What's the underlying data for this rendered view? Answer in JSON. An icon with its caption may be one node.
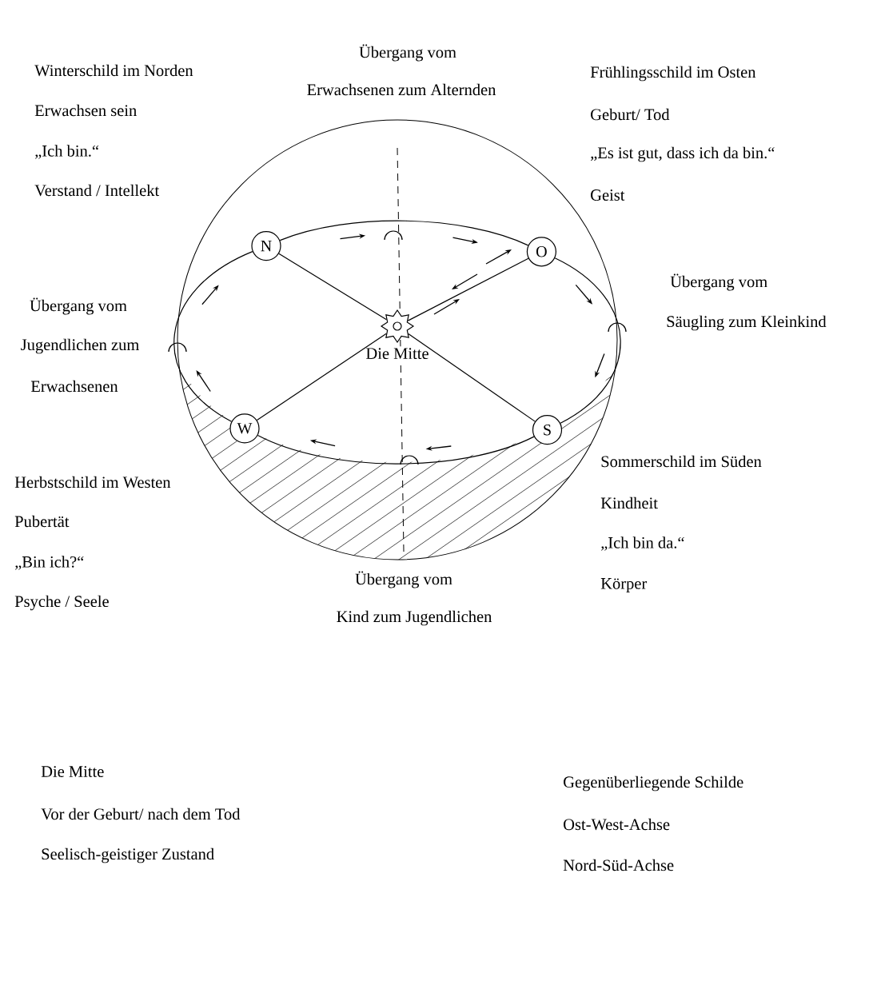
{
  "diagram": {
    "nodes": [
      {
        "text": [
          "N"
        ]
      },
      {
        "text": [
          "O"
        ]
      },
      {
        "text": [],
        "shape": "star",
        "beside": [
          "Die Mitte"
        ]
      },
      {
        "text": [
          "W"
        ]
      },
      {
        "text": [
          "S"
        ]
      }
    ],
    "edges": [
      {
        "from": 2,
        "to": 0,
        "arrow": "none"
      },
      {
        "from": 2,
        "to": 1,
        "arrow": "none"
      },
      {
        "from": 2,
        "to": 3,
        "arrow": "none"
      },
      {
        "from": 2,
        "to": 4,
        "arrow": "none"
      },
      {
        "from": 0,
        "to": 1,
        "arrow": "none"
      },
      {
        "from": 1,
        "to": 4,
        "arrow": "none"
      },
      {
        "from": 4,
        "to": 3,
        "arrow": "none"
      },
      {
        "from": 3,
        "to": 0,
        "arrow": "none"
      }
    ],
    "labels": [
      "Übergang vom",
      "Winterschild im Norden",
      "Frühlingsschild im Osten",
      "Erwachsenen zum Alternden",
      "Erwachsen sein",
      "Geburt/ Tod",
      "„Ich bin.“",
      "„Es ist gut, dass ich da bin.“",
      "Verstand / Intellekt",
      "Geist",
      "Übergang vom",
      "Säugling zum Kleinkind",
      "Übergang vom",
      "Jugendlichen zum",
      "Erwachsenen",
      "Sommerschild im Süden",
      "Herbstschild im Westen",
      "Kindheit",
      "Pubertät",
      "„Ich bin da.“",
      "„Bin ich?“",
      "Übergang vom",
      "Körper",
      "Psyche / Seele",
      "Kind zum Jugendlichen",
      "Die Mitte",
      "Gegenüberliegende Schilde",
      "Vor der Geburt/ nach dem Tod",
      "Ost-West-Achse",
      "Seelisch-geistiger Zustand",
      "Nord-Süd-Achse"
    ]
  }
}
